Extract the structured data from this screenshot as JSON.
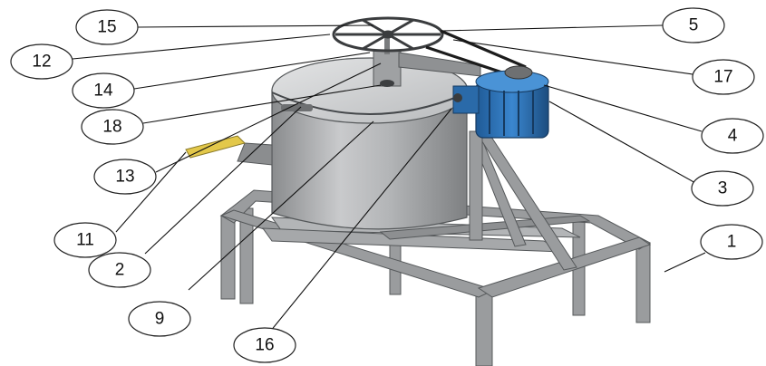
{
  "colors": {
    "frame": "#8e9092",
    "frame_dark": "#5f6163",
    "tank_light": "#d9dadb",
    "tank_mid": "#a9abad",
    "tank_dark": "#7d7f81",
    "motor": "#2d73b8",
    "motor_dark": "#1d4e80",
    "belt": "#1c1c1c",
    "handle": "#e3c84a",
    "callout_stroke": "#222222"
  },
  "callouts": [
    {
      "label": "15"
    },
    {
      "label": "5"
    },
    {
      "label": "12"
    },
    {
      "label": "17"
    },
    {
      "label": "14"
    },
    {
      "label": "4"
    },
    {
      "label": "18"
    },
    {
      "label": "3"
    },
    {
      "label": "13"
    },
    {
      "label": "1"
    },
    {
      "label": "11"
    },
    {
      "label": "2"
    },
    {
      "label": "9"
    },
    {
      "label": "16"
    }
  ]
}
